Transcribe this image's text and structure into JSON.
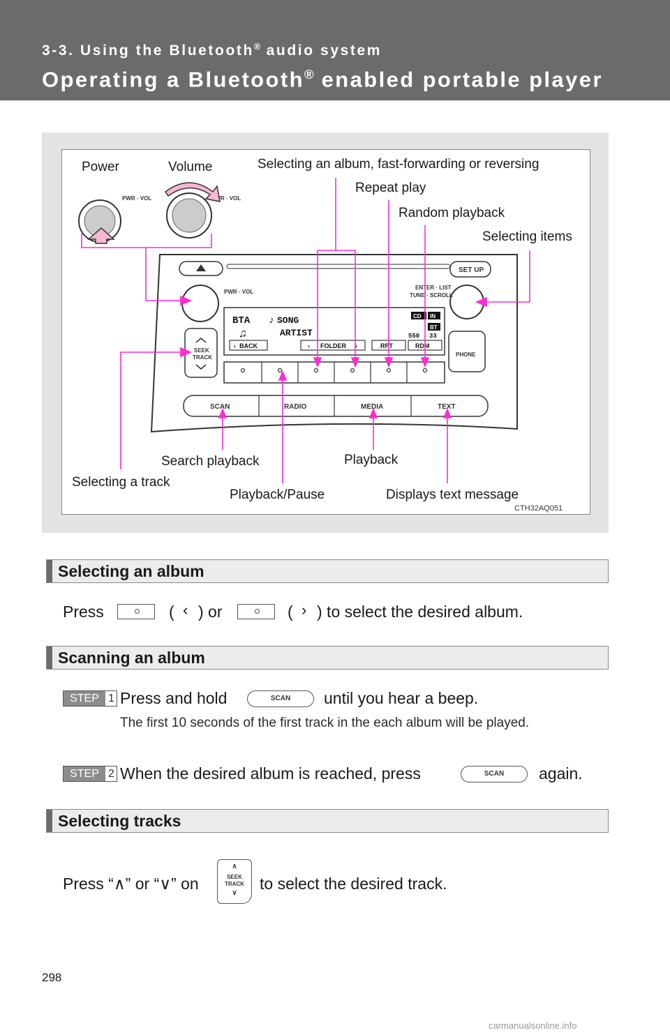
{
  "header": {
    "section": "3-3. Using the Bluetooth",
    "section_after": " audio system",
    "title": "Operating a Bluetooth",
    "title_after": " enabled portable player",
    "registered": "®"
  },
  "figure": {
    "labels": {
      "power": "Power",
      "volume": "Volume",
      "album": "Selecting an album, fast-forwarding or reversing",
      "repeat": "Repeat play",
      "random": "Random playback",
      "items": "Selecting items",
      "search": "Search playback",
      "playback": "Playback",
      "track": "Selecting a track",
      "pause": "Playback/Pause",
      "text": "Displays text message"
    },
    "code": "CTH32AQ051",
    "unit": {
      "knob_label": "PWR · VOL",
      "enter_label": "ENTER · LIST",
      "tune_label": "TUNE · SCROLL",
      "setup": "SET UP",
      "seek": "SEEK",
      "track": "TRACK",
      "phone": "PHONE",
      "buttons": [
        "SCAN",
        "RADIO",
        "MEDIA",
        "TEXT"
      ],
      "display": {
        "source": "BTA",
        "song": "SONG",
        "artist": "ARTIST",
        "back": "BACK",
        "folder": "FOLDER",
        "rpt": "RPT",
        "rdm": "RDM",
        "cd": "CD",
        "in": "IN",
        "bt": "BT",
        "num1": "550",
        "num2": "33"
      }
    }
  },
  "sections": {
    "album": {
      "title": "Selecting an album",
      "line_press": "Press",
      "line_paren_open": "(",
      "line_or": ") or",
      "line_end": ") to select the desired album.",
      "chev_left": "‹",
      "chev_right": "›"
    },
    "scan": {
      "title": "Scanning an album",
      "step_word": "STEP",
      "step1_num": "1",
      "step1_a": "Press and hold",
      "step1_b": "until you hear a beep.",
      "note": "The first 10 seconds of the first track in the each album will be played.",
      "step2_num": "2",
      "step2_a": "When the desired album is reached, press",
      "step2_b": "again.",
      "btn": "SCAN"
    },
    "tracks": {
      "title": "Selecting tracks",
      "line_a": "Press “∧” or “∨” on",
      "line_b": "to select the desired track.",
      "seek": "SEEK",
      "track": "TRACK"
    }
  },
  "page_number": "298",
  "watermark": "carmanualsonline.info",
  "colors": {
    "header": "#6b6b6b",
    "leader": "#ff2ad4",
    "arrow": "#f7b6d2"
  }
}
